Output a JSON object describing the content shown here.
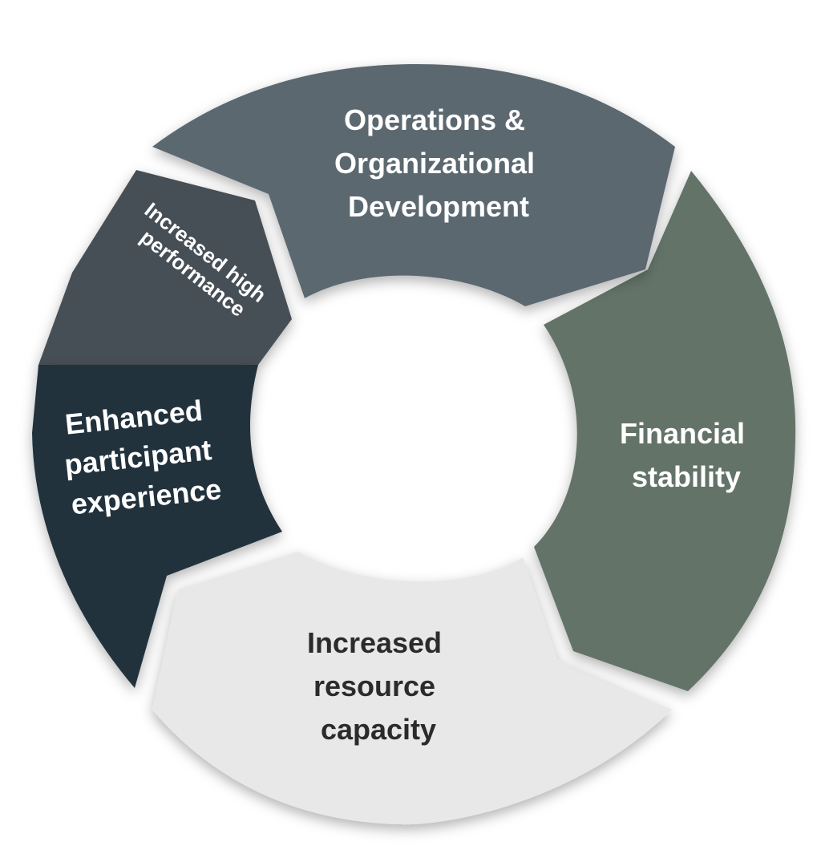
{
  "diagram": {
    "segments": [
      {
        "id": "operations",
        "color": "#5C6770",
        "text_color": "#FFFFFF",
        "lines": [
          "Operations &",
          "Organizational",
          "Development"
        ]
      },
      {
        "id": "financial",
        "color": "#637368",
        "text_color": "#FFFFFF",
        "lines": [
          "Financial",
          "stability"
        ]
      },
      {
        "id": "resource",
        "color": "#E8E8E8",
        "text_color": "#2B2B2B",
        "lines": [
          "Increased",
          "resource",
          "capacity"
        ]
      },
      {
        "id": "participant",
        "color": "#22313C",
        "text_color": "#FFFFFF",
        "lines": [
          "Enhanced",
          "participant",
          "experience"
        ]
      },
      {
        "id": "performance",
        "color": "#474F56",
        "text_color": "#FFFFFF",
        "lines": [
          "Increased high",
          "performance"
        ]
      }
    ]
  }
}
